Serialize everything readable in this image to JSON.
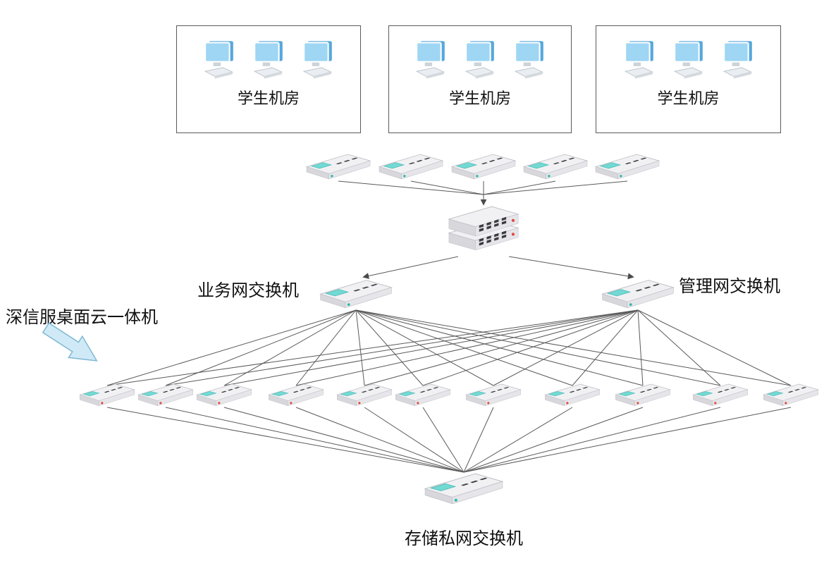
{
  "rooms": [
    {
      "label": "学生机房"
    },
    {
      "label": "学生机房"
    },
    {
      "label": "学生机房"
    }
  ],
  "labels": {
    "business_switch": "业务网交换机",
    "management_switch": "管理网交换机",
    "annotation": "深信服桌面云一体机",
    "storage_switch": "存储私网交换机"
  },
  "counts": {
    "computers_per_room": 3,
    "access_switches": 5,
    "core_switch_units": 2,
    "servers": 11
  },
  "colors": {
    "line": "#5a5a5a",
    "arrowhead": "#4a4a4a",
    "screen_blue": "#9ed6f4",
    "screen_blue_edge": "#56a8dc",
    "panel_teal": "#72d9d3",
    "panel_teal_edge": "#49b9b2",
    "device_top": "#f1f1f4",
    "device_left": "#d7d7dc",
    "device_right": "#e6e6ea",
    "device_edge": "#bdbdc4",
    "port_dark": "#3c3c40",
    "status_green": "#2eb8a6",
    "status_red": "#e0493e",
    "box_border": "#5a5a5a",
    "annotation_arrow_fill": "#cfeaf6",
    "annotation_arrow_stroke": "#7fb8d4"
  }
}
